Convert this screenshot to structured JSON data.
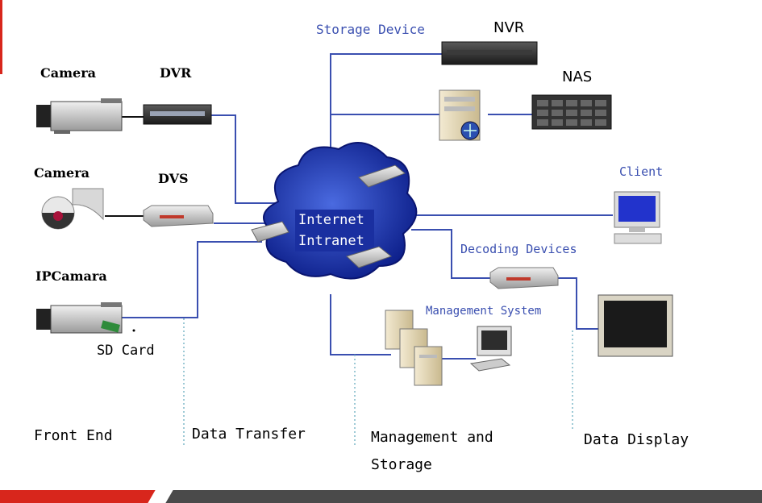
{
  "front_end": {
    "camera1": "Camera",
    "dvr": "DVR",
    "camera2": "Camera",
    "dvs": "DVS",
    "ipcamera": "IPCamara",
    "sd_card": "SD Card"
  },
  "network": {
    "internet": "Internet",
    "intranet": "Intranet"
  },
  "storage": {
    "title": "Storage Device",
    "nvr": "NVR",
    "nas": "NAS"
  },
  "display": {
    "client": "Client",
    "decoding": "Decoding Devices",
    "management": "Management System"
  },
  "sections": {
    "front_end": "Front End",
    "data_transfer": "Data Transfer",
    "management_line1": "Management and",
    "management_line2": "Storage",
    "data_display": "Data Display"
  },
  "colors": {
    "link_line": "#3a4fb0",
    "label_blue": "#3a4fb0",
    "cloud": "#1a2fa0",
    "footer_red": "#d8261c",
    "footer_gray": "#4a4a4a"
  }
}
